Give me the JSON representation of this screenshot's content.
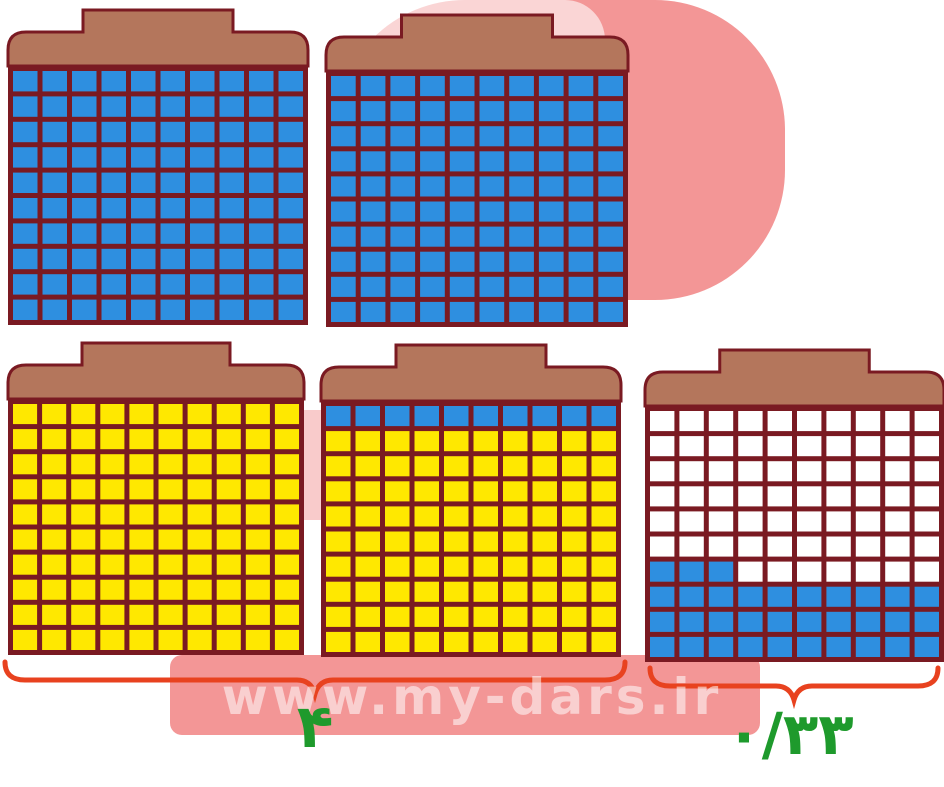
{
  "watermark": {
    "url": "www.my-dars.ir"
  },
  "colors": {
    "roof": "#b4765c",
    "frame": "#7a1a22",
    "blue_window": "#2e8fe0",
    "yellow_window": "#ffe800",
    "white_window": "#ffffff",
    "watermark": "#f28b8b",
    "brace": "#e8421f",
    "label": "#1e9a2c"
  },
  "buildings": [
    {
      "name": "building-top-left",
      "grid": "10x10",
      "fill": "blue",
      "windows_total": 100,
      "windows_colored": 100
    },
    {
      "name": "building-top-right",
      "grid": "10x10",
      "fill": "blue",
      "windows_total": 100,
      "windows_colored": 100
    },
    {
      "name": "building-bottom-left",
      "grid": "10x10",
      "fill": "yellow",
      "windows_total": 100,
      "windows_colored": 100
    },
    {
      "name": "building-bottom-middle",
      "grid": "10x10",
      "fill": "yellow",
      "top_row": "blue",
      "windows_total": 100,
      "windows_colored": 100
    },
    {
      "name": "building-bottom-right",
      "grid": "10x10",
      "fill": "white",
      "colored": "blue",
      "windows_total": 100,
      "windows_colored": 33
    }
  ],
  "labels": {
    "whole_part": "۴",
    "decimal_part": "۰/۳۳"
  }
}
